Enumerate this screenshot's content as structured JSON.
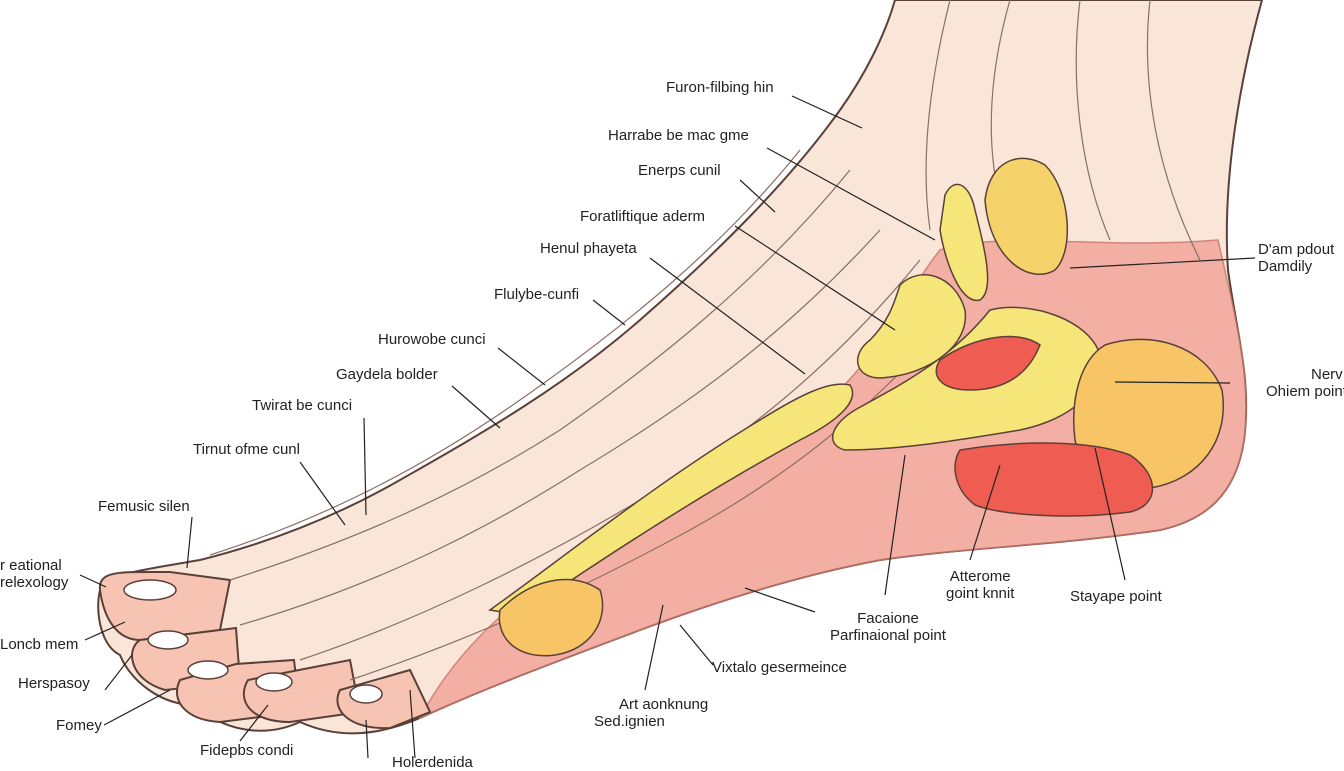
{
  "colors": {
    "skin": "#f9e6d8",
    "skin_shadow": "#f2cdb8",
    "sole_red": "#f2a69a",
    "zone_yellow": "#f6e67a",
    "zone_orange": "#f7c466",
    "zone_red": "#ee5c52",
    "outline": "#5a4038",
    "leader": "#222222"
  },
  "labels": {
    "l1": "Furon-filbing hin",
    "l2": "Harrabe be mac gme",
    "l3": "Enerps cunil",
    "l4": "Foratliftique aderm",
    "l5": "Henul phayeta",
    "l6": "Flulybe-cunfi",
    "l7": "Hurowobe cunci",
    "l8": "Gaydela bolder",
    "l9": "Twirat be cunci",
    "l10": "Tirnut ofme cunl",
    "l11": "Femusic silen",
    "l12a": "r eational",
    "l12b": "relexology",
    "l13": "Loncb mem",
    "l14": "Herspasoy",
    "l15": "Fomey",
    "l16": "Fidepbs condi",
    "l17": "Holerdenida",
    "l18a": "Art aonknung",
    "l18b": "Sed.ignien",
    "l19": "Vixtalo gesermeince",
    "l20a": "Facaione",
    "l20b": "Parfinaional point",
    "l21a": "Atterome",
    "l21b": "goint knnit",
    "l22": "Stayape point",
    "l23a": "Nerv",
    "l23b": "Ohiem point",
    "l24a": "D'am pdout",
    "l24b": "Damdily"
  }
}
